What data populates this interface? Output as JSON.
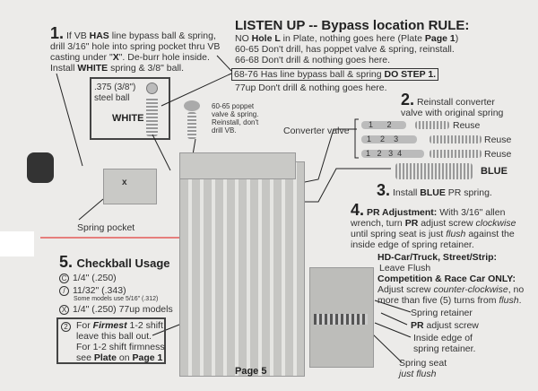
{
  "step1": {
    "number": "1.",
    "line1_pre": "If VB ",
    "line1_bold": "HAS",
    "line1_post": " line bypass ball & spring,",
    "line2": "drill 3/16\" hole into spring pocket thru VB",
    "line3_pre": "casting under \"",
    "line3_bold": "X",
    "line3_post": "\".  De-burr hole inside.",
    "line4_pre": "Install ",
    "line4_bold": "WHITE",
    "line4_post": " spring & 3/8\" ball."
  },
  "ball_box": {
    "ball_label_1": ".375 (3/8\")",
    "ball_label_2": "steel ball",
    "spring_label": "WHITE"
  },
  "poppet": {
    "lines": [
      "60-65  poppet",
      "valve & spring.",
      "Reinstall,  don't",
      "drill VB."
    ]
  },
  "rule": {
    "title": "LISTEN UP -- Bypass location RULE:",
    "l1_pre": "NO ",
    "l1_bold": "Hole L",
    "l1_mid": " in Plate, nothing goes here (Plate ",
    "l1_bold2": "Page 1",
    "l1_post": ")",
    "l2": "60-65 Don't drill, has poppet valve & spring, reinstall.",
    "l3": "66-68 Don't drill & nothing goes here.",
    "l4_pre": "68-76 Has line bypass ball & spring ",
    "l4_bold": "DO STEP 1.",
    "l5": "77up Don't drill & nothing goes here."
  },
  "step2": {
    "number": "2.",
    "line1": "Reinstall converter",
    "line2": "valve with original spring",
    "converter_label": "Converter valve",
    "rows": [
      {
        "lands": [
          "1",
          "2"
        ],
        "label": "Reuse"
      },
      {
        "lands": [
          "1",
          "2",
          "3"
        ],
        "label": "Reuse"
      },
      {
        "lands": [
          "1",
          "2",
          "3",
          "4"
        ],
        "label": "Reuse"
      }
    ],
    "blue_label": "BLUE"
  },
  "step3": {
    "number": "3.",
    "pre": "Install ",
    "bold": "BLUE",
    "post": " PR spring."
  },
  "step4": {
    "number": "4.",
    "title": "PR Adjustment:",
    "title_post": "  With 3/16\" allen",
    "l2_pre": "wrench, turn ",
    "l2_bold": "PR",
    "l2_mid": " adjust screw ",
    "l2_ital": "clockwise",
    "l3_pre": "until spring seat is just ",
    "l3_ital": "flush",
    "l3_post": " against the",
    "l4": "inside edge of spring retainer.",
    "hd_title": "HD-Car/Truck, Street/Strip:",
    "hd_text": "Leave Flush",
    "comp_title": "Competition & Race Car ONLY:",
    "comp_l1_pre": "Adjust screw ",
    "comp_l1_ital": "counter-clockwise",
    "comp_l1_post": ", no",
    "comp_l2_pre": "more than five (5) turns from ",
    "comp_l2_ital": "flush",
    "comp_l2_post": "."
  },
  "callouts": {
    "spring_retainer": "Spring retainer",
    "pr_bold": "PR",
    "pr_post": " adjust screw",
    "inside_1": "Inside edge of",
    "inside_2": "spring retainer.",
    "seat_1": "Spring seat",
    "seat_2": "just flush",
    "spring_pocket": "Spring pocket",
    "x_mark": "x"
  },
  "step5": {
    "number": "5.",
    "title": "Checkball Usage",
    "items": [
      {
        "symbol": "C",
        "text": "1/4\" (.250)"
      },
      {
        "symbol": "/",
        "text": "11/32\" (.343)",
        "note": "Some models use 5/16\" (.312)"
      },
      {
        "symbol": "X",
        "text": "1/4\" (.250) 77up models"
      }
    ],
    "box_symbol": "2",
    "box_l1_pre": "For ",
    "box_l1_bi": "Firmest",
    "box_l1_post": " 1-2 shift",
    "box_l2": "leave this ball out.",
    "box_l3": "For 1-2 shift firmness",
    "box_l4_pre": "see ",
    "box_l4_b1": "Plate",
    "box_l4_mid": " on ",
    "box_l4_b2": "Page 1"
  },
  "footer": {
    "page": "Page 5"
  },
  "colors": {
    "marker": "#e01010",
    "paper": "#ecebe9"
  }
}
